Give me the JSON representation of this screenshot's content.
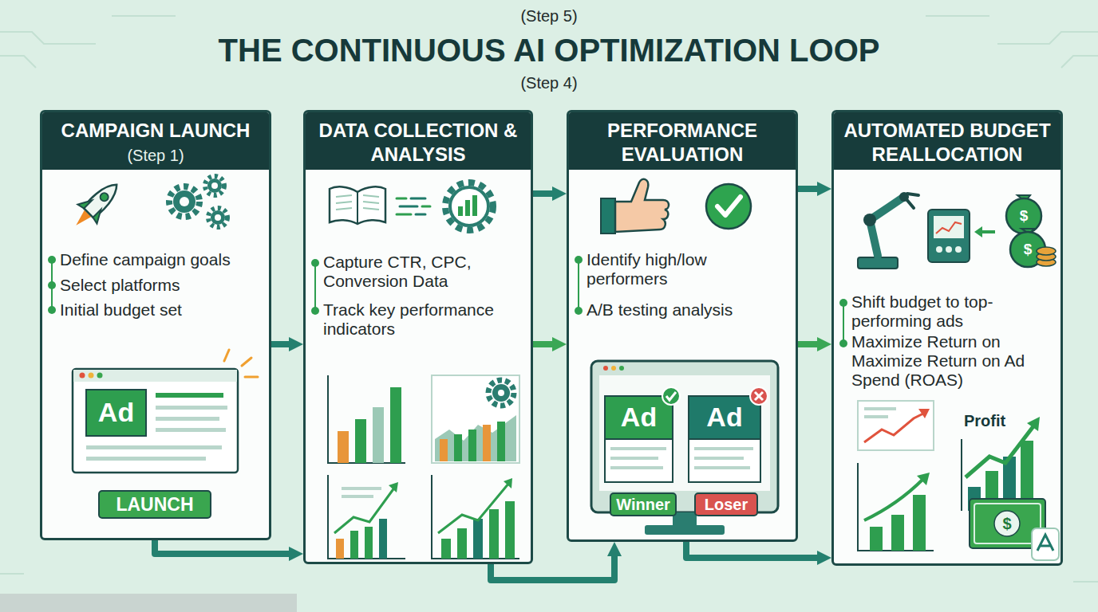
{
  "diagram": {
    "title": "THE CONTINUOUS AI OPTIMIZATION LOOP",
    "nodes": [
      {
        "text": [
          "CAMPAIGN LAUNCH",
          "(Step 1)",
          "Define campaign goals",
          "Select platforms",
          "Initial budget set"
        ]
      },
      {
        "text": [
          "LAUNCH"
        ],
        "in": 0
      },
      {
        "text": [
          "DATA COLLECTION & ANALYSIS",
          "Capture CTR, CPC, Conversion Data",
          "Track key performance indicators"
        ]
      },
      {
        "text": [
          "PERFORMANCE EVALUATION",
          "Identify high/low performers",
          "A/B testing analysis"
        ]
      },
      {
        "text": [
          "Winner"
        ],
        "in": 3
      },
      {
        "text": [
          "Loser"
        ],
        "in": 3
      },
      {
        "text": [
          "AUTOMATED BUDGET REALLOCATION",
          "Shift budget to top-performing ads",
          "Maximize Return on Maximize Return on Ad Spend (ROAS)"
        ]
      }
    ],
    "edges": [
      {
        "from": 0,
        "to": 2,
        "arrow": "to"
      },
      {
        "from": 1,
        "to": 2,
        "arrow": "to"
      },
      {
        "from": 2,
        "to": 3,
        "arrow": "to"
      },
      {
        "from": 2,
        "to": 3,
        "arrow": "to"
      },
      {
        "from": 2,
        "to": 3,
        "arrow": "to"
      },
      {
        "from": 3,
        "to": 6,
        "arrow": "to"
      },
      {
        "from": 3,
        "to": 6,
        "arrow": "to"
      },
      {
        "from": 3,
        "to": 6,
        "arrow": "to"
      }
    ],
    "labels": [
      "(Step 5)",
      "(Step 4)",
      "Ad",
      "Ad",
      "Ad",
      "Profit",
      "$",
      "$",
      "$"
    ]
  }
}
